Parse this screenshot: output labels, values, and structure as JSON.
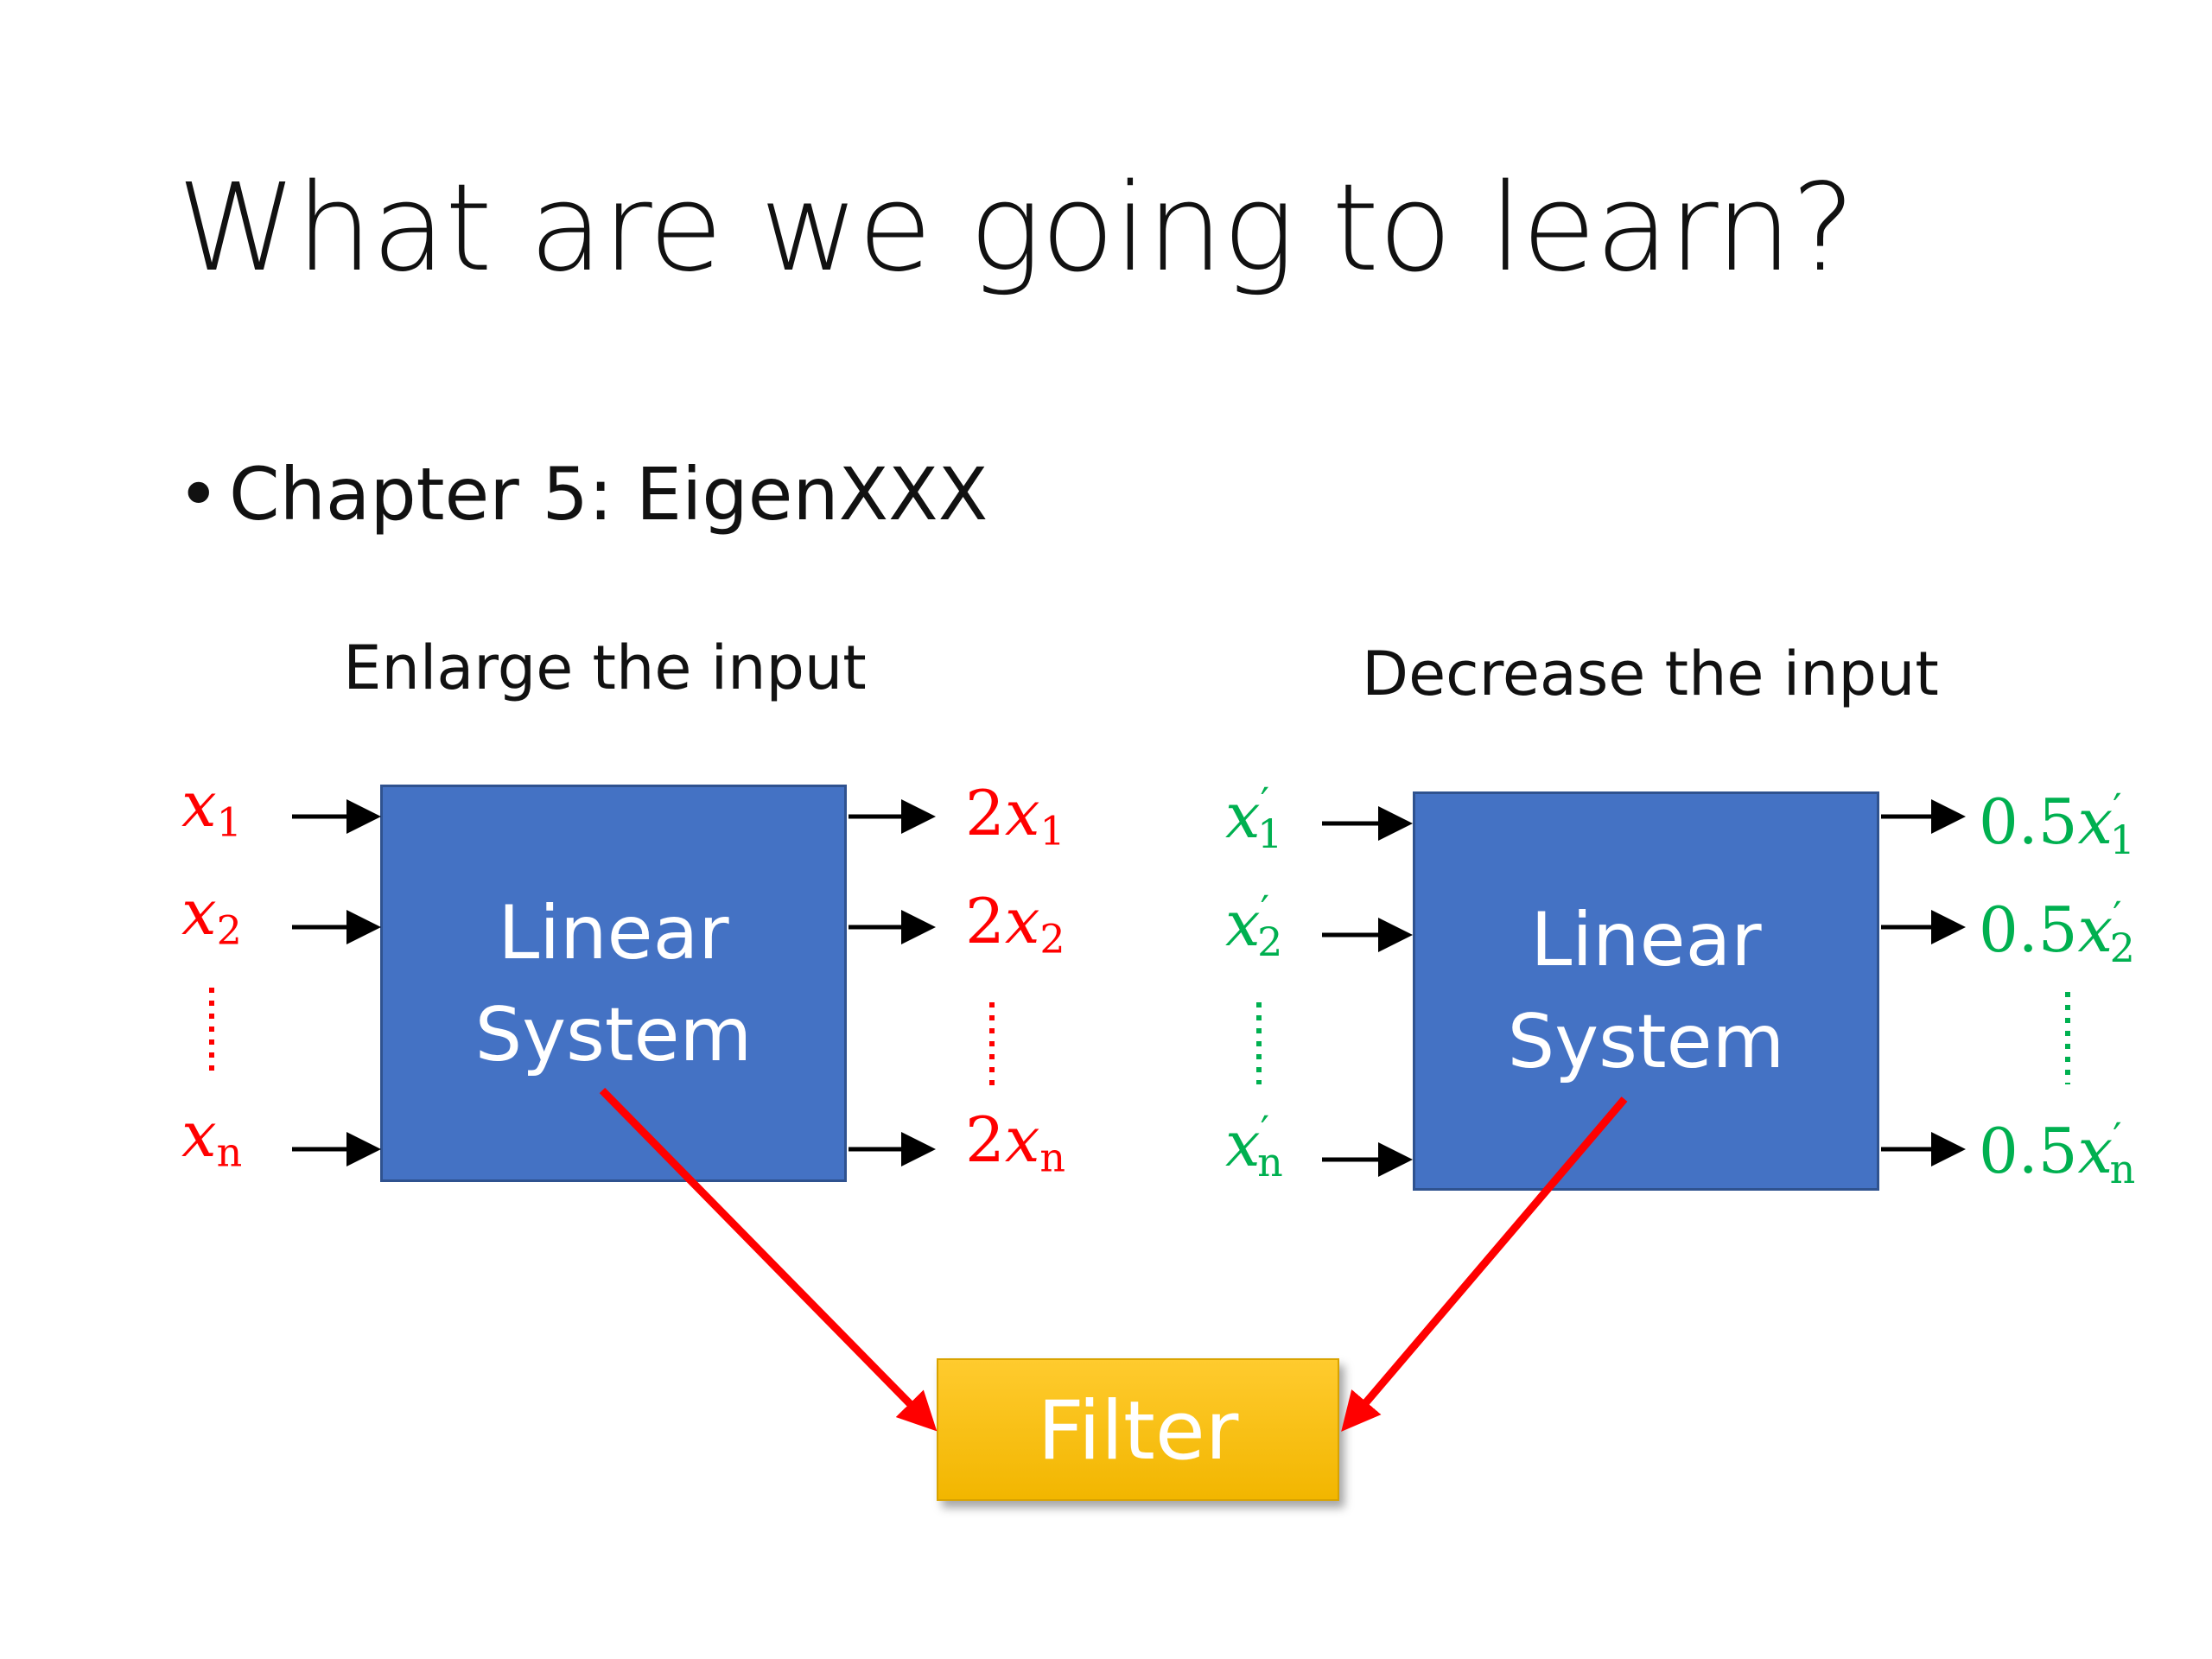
{
  "slide": {
    "title": "What are we going to learn?",
    "bullet": "Chapter 5: EigenXXX"
  },
  "left_diagram": {
    "heading": "Enlarge the input",
    "box_line1": "Linear",
    "box_line2": "System",
    "color": "#FF0000",
    "inputs": [
      {
        "sym": "x",
        "sub": "1"
      },
      {
        "sym": "x",
        "sub": "2"
      },
      {
        "sym": "x",
        "sub": "n"
      }
    ],
    "outputs": [
      {
        "coef": "2",
        "sym": "x",
        "sub": "1"
      },
      {
        "coef": "2",
        "sym": "x",
        "sub": "2"
      },
      {
        "coef": "2",
        "sym": "x",
        "sub": "n"
      }
    ]
  },
  "right_diagram": {
    "heading": "Decrease the input",
    "box_line1": "Linear",
    "box_line2": "System",
    "color": "#00B050",
    "inputs": [
      {
        "sym": "x",
        "sub": "1",
        "prime": "′"
      },
      {
        "sym": "x",
        "sub": "2",
        "prime": "′"
      },
      {
        "sym": "x",
        "sub": "n",
        "prime": "′"
      }
    ],
    "outputs": [
      {
        "coef": "0.5",
        "sym": "x",
        "sub": "1",
        "prime": "′"
      },
      {
        "coef": "0.5",
        "sym": "x",
        "sub": "2",
        "prime": "′"
      },
      {
        "coef": "0.5",
        "sym": "x",
        "sub": "n",
        "prime": "′"
      }
    ]
  },
  "filter": {
    "label": "Filter",
    "color": "#FFC000"
  },
  "colors": {
    "system_box": "#4472C4",
    "pointer_arrow": "#FF0000",
    "signal_arrow": "#000000"
  }
}
